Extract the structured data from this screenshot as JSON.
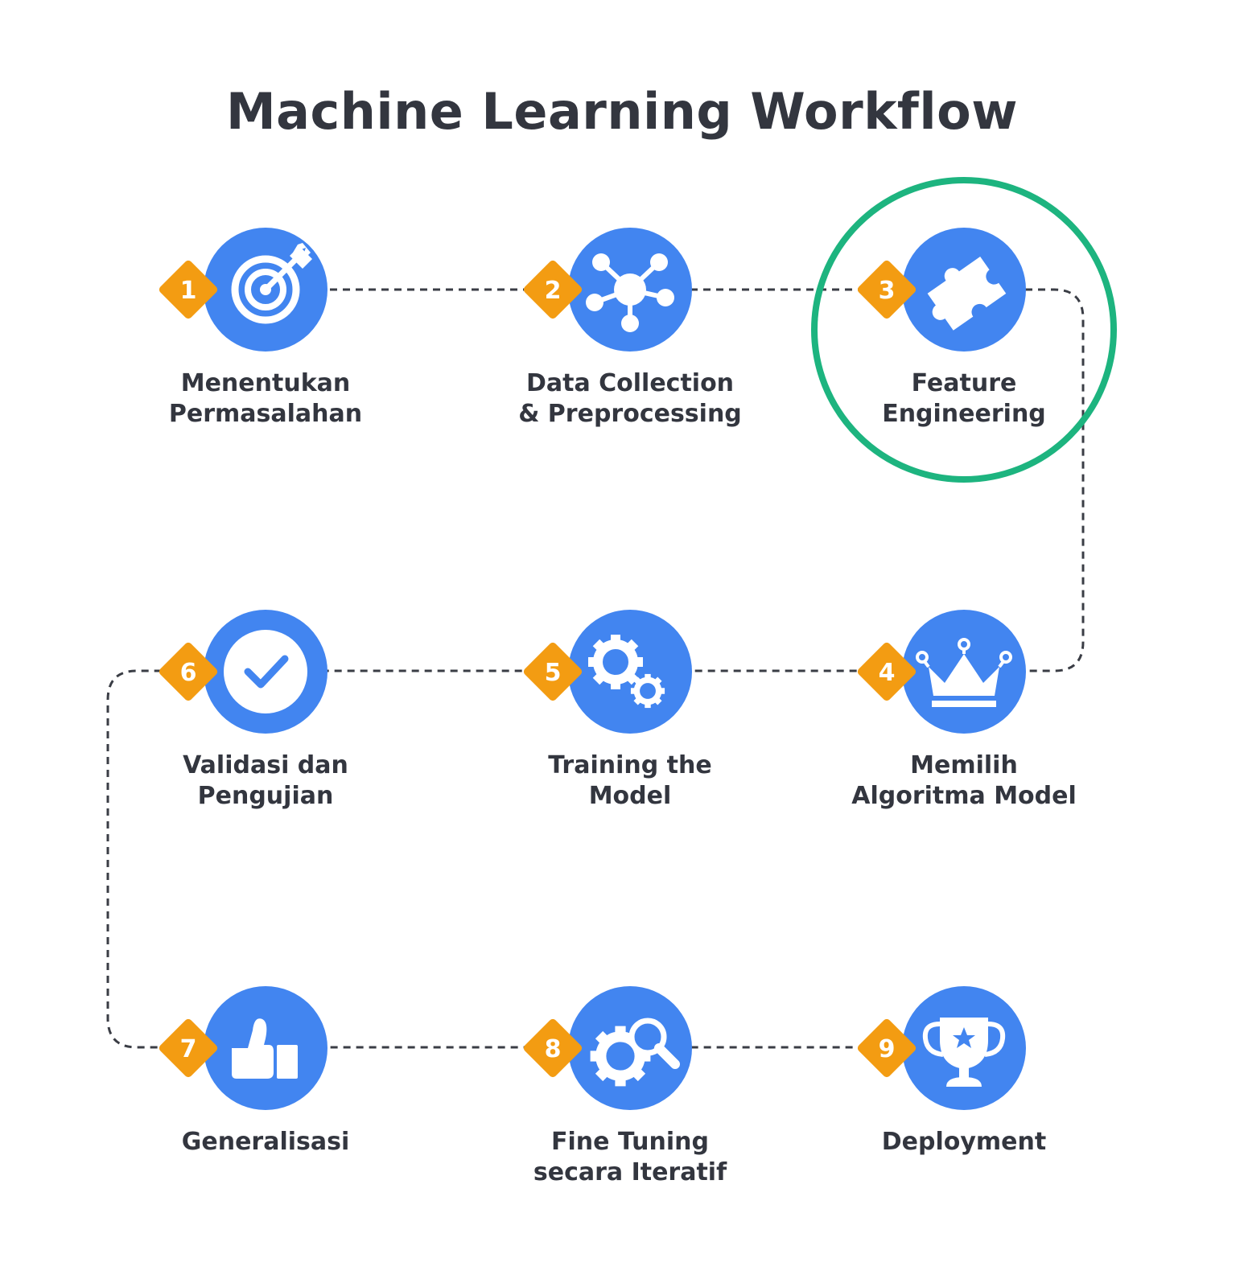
{
  "title": "Machine Learning Workflow",
  "colors": {
    "circle": "#4285f0",
    "badge": "#f39c12",
    "path": "#3a3d45",
    "highlight": "#1db47f",
    "text": "#33363f"
  },
  "highlighted_step": 3,
  "steps": [
    {
      "number": "1",
      "icon": "target-icon",
      "label_lines": [
        "Menentukan",
        "Permasalahan"
      ]
    },
    {
      "number": "2",
      "icon": "network-icon",
      "label_lines": [
        "Data Collection",
        "& Preprocessing"
      ]
    },
    {
      "number": "3",
      "icon": "puzzle-icon",
      "label_lines": [
        "Feature",
        "Engineering"
      ]
    },
    {
      "number": "4",
      "icon": "crown-icon",
      "label_lines": [
        "Memilih",
        "Algoritma Model"
      ]
    },
    {
      "number": "5",
      "icon": "gears-icon",
      "label_lines": [
        "Training the",
        "Model"
      ]
    },
    {
      "number": "6",
      "icon": "checkmark-icon",
      "label_lines": [
        "Validasi dan",
        "Pengujian"
      ]
    },
    {
      "number": "7",
      "icon": "thumbs-up-icon",
      "label_lines": [
        "Generalisasi"
      ]
    },
    {
      "number": "8",
      "icon": "gear-search-icon",
      "label_lines": [
        "Fine Tuning",
        "secara Iteratif"
      ]
    },
    {
      "number": "9",
      "icon": "trophy-icon",
      "label_lines": [
        "Deployment"
      ]
    }
  ]
}
